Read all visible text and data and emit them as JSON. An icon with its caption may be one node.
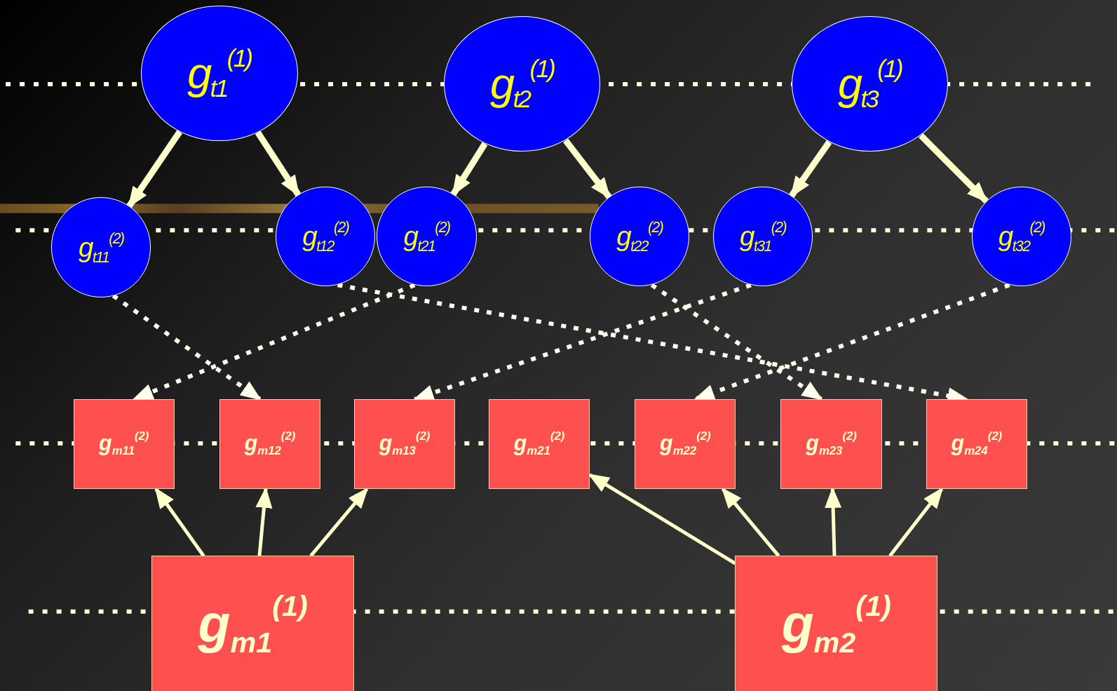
{
  "diagram": {
    "nodes": [
      {
        "text": [
          "g$_{t1}$$^{(1)}$"
        ]
      },
      {
        "text": [
          "g$_{t2}$$^{(1)}$"
        ]
      },
      {
        "text": [
          "g$_{t3}$$^{(1)}$"
        ]
      },
      {
        "text": [
          "g$_{t11}$$^{(2)}$"
        ]
      },
      {
        "text": [
          "g$_{t12}$$^{(2)}$"
        ]
      },
      {
        "text": [
          "g$_{t21}$$^{(2)}$"
        ]
      },
      {
        "text": [
          "g$_{t22}$$^{(2)}$"
        ]
      },
      {
        "text": [
          "g$_{t31}$$^{(2)}$"
        ]
      },
      {
        "text": [
          "g$_{t32}$$^{(2)}$"
        ]
      },
      {
        "text": [
          "g$_{m11}$$^{(2)}$"
        ]
      },
      {
        "text": [
          "g$_{m12}$$^{(2)}$"
        ]
      },
      {
        "text": [
          "g$_{m13}$$^{(2)}$"
        ]
      },
      {
        "text": [
          "g$_{m21}$$^{(2)}$"
        ]
      },
      {
        "text": [
          "g$_{m22}$$^{(2)}$"
        ]
      },
      {
        "text": [
          "g$_{m23}$$^{(2)}$"
        ]
      },
      {
        "text": [
          "g$_{m24}$$^{(2)}$"
        ]
      },
      {
        "text": [
          "g$_{m1}$$^{(1)}$"
        ]
      },
      {
        "text": [
          "g$_{m2}$$^{(1)}$"
        ]
      }
    ],
    "edges": [
      {
        "from": 0,
        "to": 3,
        "arrow": "to"
      },
      {
        "from": 0,
        "to": 4,
        "arrow": "to"
      },
      {
        "from": 1,
        "to": 5,
        "arrow": "to"
      },
      {
        "from": 1,
        "to": 6,
        "arrow": "to"
      },
      {
        "from": 2,
        "to": 7,
        "arrow": "to"
      },
      {
        "from": 2,
        "to": 8,
        "arrow": "to"
      },
      {
        "from": 3,
        "to": 10,
        "arrow": "to",
        "style": "dashed"
      },
      {
        "from": 4,
        "to": 15,
        "arrow": "to",
        "style": "dashed"
      },
      {
        "from": 5,
        "to": 9,
        "arrow": "to",
        "style": "dashed"
      },
      {
        "from": 6,
        "to": 14,
        "arrow": "to",
        "style": "dashed"
      },
      {
        "from": 7,
        "to": 11,
        "arrow": "to",
        "style": "dashed"
      },
      {
        "from": 8,
        "to": 13,
        "arrow": "to",
        "style": "dashed"
      },
      {
        "from": 16,
        "to": 9,
        "arrow": "to"
      },
      {
        "from": 16,
        "to": 10,
        "arrow": "to"
      },
      {
        "from": 16,
        "to": 11,
        "arrow": "to"
      },
      {
        "from": 17,
        "to": 12,
        "arrow": "to"
      },
      {
        "from": 17,
        "to": 13,
        "arrow": "to"
      },
      {
        "from": 17,
        "to": 14,
        "arrow": "to"
      },
      {
        "from": 17,
        "to": 15,
        "arrow": "to"
      }
    ]
  }
}
